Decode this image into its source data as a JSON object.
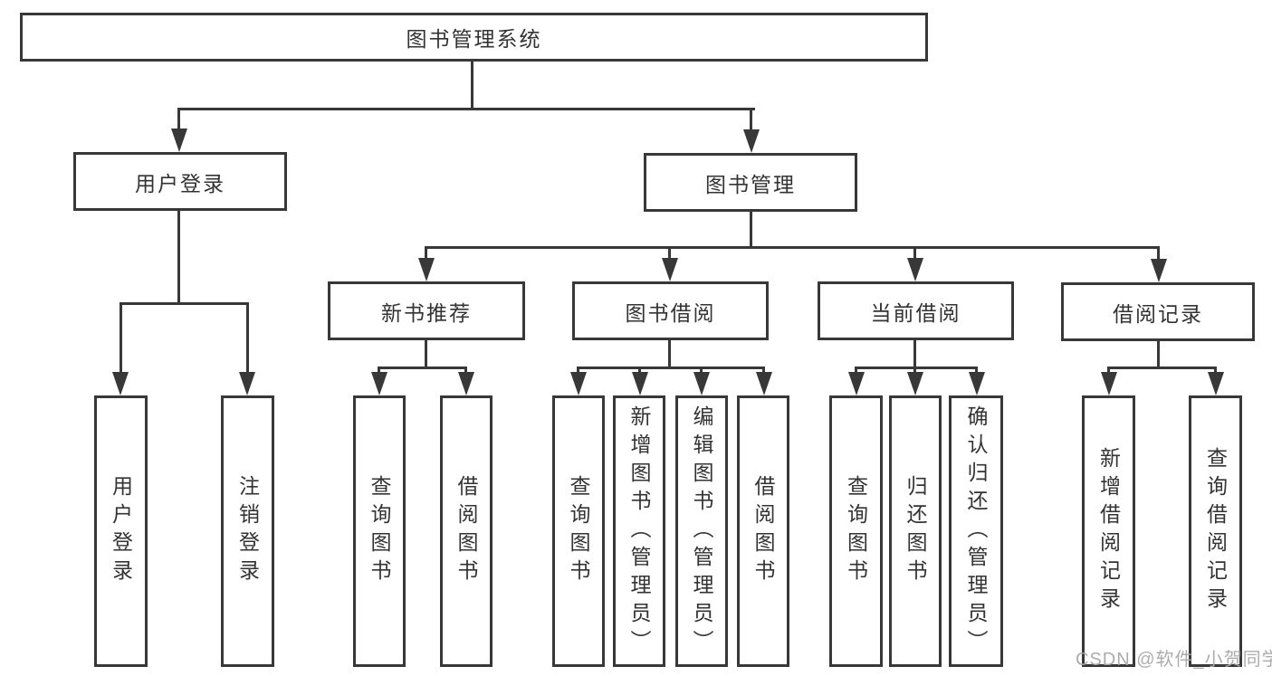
{
  "root": {
    "label": "图书管理系统"
  },
  "user_login": {
    "label": "用户登录",
    "children": [
      "用户登录",
      "注销登录"
    ]
  },
  "book_management": {
    "label": "图书管理"
  },
  "new_book_recommend": {
    "label": "新书推荐",
    "children": [
      "查询图书",
      "借阅图书"
    ]
  },
  "book_borrowing": {
    "label": "图书借阅",
    "children": [
      "查询图书",
      "新增图书（管理员）",
      "编辑图书（管理员）",
      "借阅图书"
    ]
  },
  "current_borrowing": {
    "label": "当前借阅",
    "children": [
      "查询图书",
      "归还图书",
      "确认归还（管理员）"
    ]
  },
  "borrowing_records": {
    "label": "借阅记录",
    "children": [
      "新增借阅记录",
      "查询借阅记录"
    ]
  },
  "watermark": "CSDN @软件_小贺同学",
  "colors": {
    "line": "#383838",
    "text": "#333333",
    "background": "#ffffff",
    "watermark": "#a8a8a8"
  }
}
